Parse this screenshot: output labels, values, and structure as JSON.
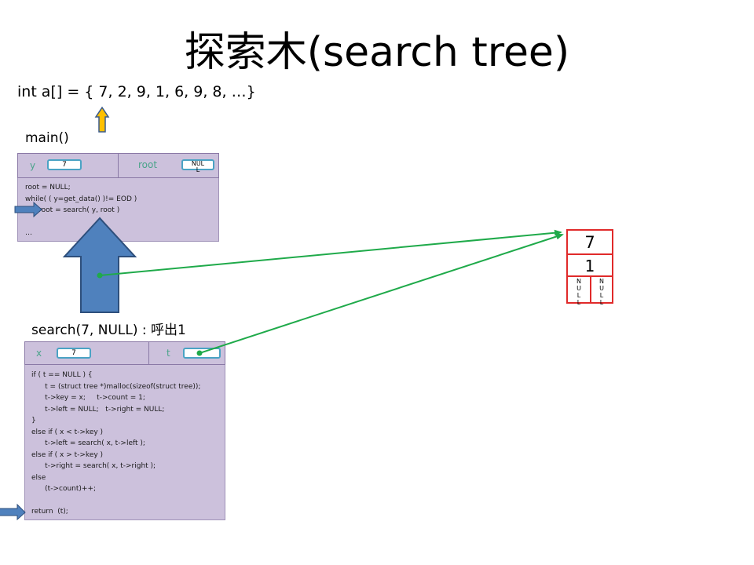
{
  "title": "探索木(search tree)",
  "array_decl": "int a[] = { 7, 2, 9, 1, 6, 9, 8, …}",
  "main_frame": {
    "label": "main()",
    "var_y_name": "y",
    "var_y_value": "7",
    "var_root_name": "root",
    "var_root_value": "NUL\nL",
    "code": "root = NULL;\nwhile( ( y=get_data() )!= EOD )\n      root = search( y, root )\n\n…"
  },
  "search_frame": {
    "label": "search(7,  NULL) : 呼出1",
    "var_x_name": "x",
    "var_x_value": "7",
    "var_t_name": "t",
    "code": "if ( t == NULL ) {\n      t = (struct tree *)malloc(sizeof(struct tree));\n      t->key = x;     t->count = 1;\n      t->left = NULL;   t->right = NULL;\n}\nelse if ( x < t->key )\n      t->left = search( x, t->left );\nelse if ( x > t->key )\n      t->right = search( x, t->right );\nelse\n      (t->count)++;\n\nreturn  (t);"
  },
  "tree_node": {
    "key": "7",
    "count": "1",
    "left": "N\nU\nL\nL",
    "right": "N\nU\nL\nL"
  },
  "colors": {
    "frame_fill": "#ccc1dc",
    "var_box_border": "#4aa3c4",
    "var_name_text": "#4aa48a",
    "pointer_line": "#1faa4a",
    "node_border": "#e02a2a",
    "big_arrow_fill": "#4f81bd",
    "yellow_arrow_fill": "#ffc000"
  },
  "icons": [
    "up-arrow-icon",
    "right-arrow-icon",
    "large-up-arrow-icon"
  ]
}
